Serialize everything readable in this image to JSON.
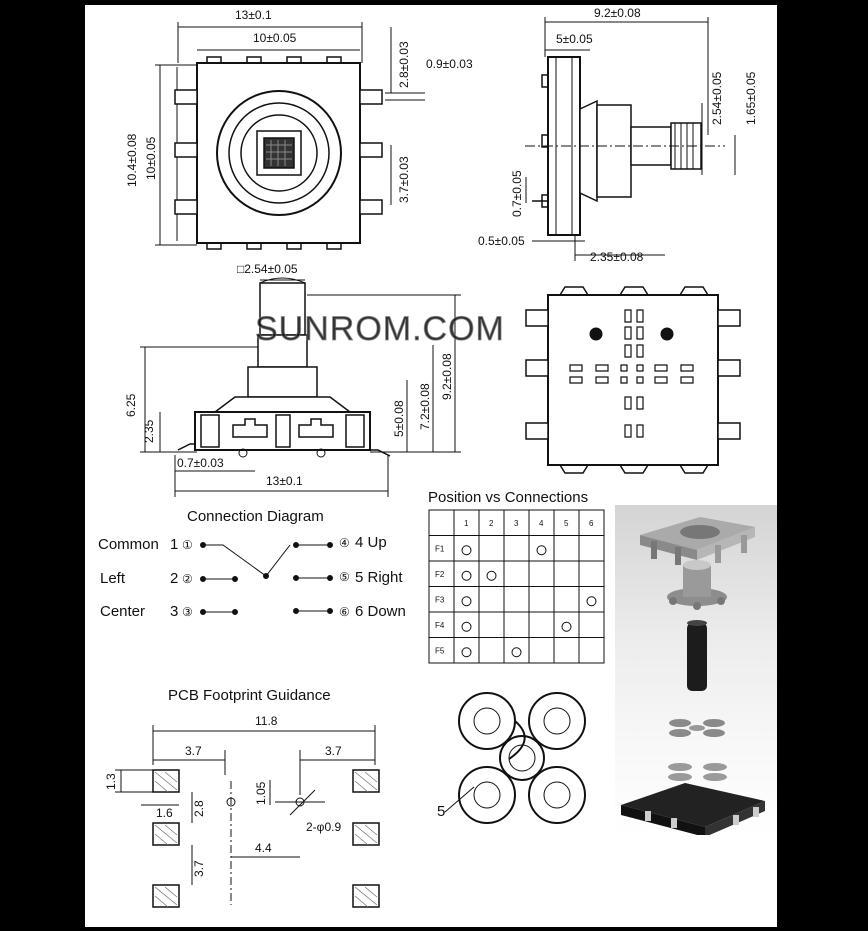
{
  "watermark": "SUNROM.COM",
  "top_view": {
    "overall_width": "13±0.1",
    "inner_width": "10±0.05",
    "overall_height": "10.4±0.08",
    "inner_height": "10±0.05",
    "pin_offset": "2.8±0.03",
    "pin_width": "0.9±0.03",
    "pin_pitch": "3.7±0.03"
  },
  "side_view": {
    "total_length": "9.2±0.08",
    "body_length": "5±0.05",
    "shaft_height": "2.54±0.05",
    "shaft_offset": "1.65±0.05",
    "lead_height": "0.7±0.05",
    "lead_thickness": "0.5±0.05",
    "base_to_shaft": "2.35±0.08"
  },
  "front_view": {
    "shaft_square": "□2.54±0.05",
    "height_a": "6.25",
    "height_b": "2.35",
    "pin_width": "0.7±0.03",
    "width": "13±0.1",
    "h1": "5±0.08",
    "h2": "7.2±0.08",
    "h3": "9.2±0.08"
  },
  "connection_diagram": {
    "title": "Connection Diagram",
    "left_labels": [
      "Common",
      "Left",
      "Center"
    ],
    "left_numbers": [
      "1",
      "2",
      "3"
    ],
    "left_circled": [
      "①",
      "②",
      "③"
    ],
    "right_circled": [
      "④",
      "⑤",
      "⑥"
    ],
    "right_labels": [
      "4 Up",
      "5 Right",
      "6 Down"
    ]
  },
  "position_table": {
    "title": "Position vs Connections",
    "columns": [
      "1",
      "2",
      "3",
      "4",
      "5",
      "6"
    ],
    "rows": [
      {
        "label": "F1",
        "marks": [
          1,
          4
        ]
      },
      {
        "label": "F2",
        "marks": [
          1,
          2
        ]
      },
      {
        "label": "F3",
        "marks": [
          1,
          6
        ]
      },
      {
        "label": "F4",
        "marks": [
          1,
          5
        ]
      },
      {
        "label": "F5",
        "marks": [
          1,
          3
        ]
      }
    ]
  },
  "pcb_footprint": {
    "title": "PCB Footprint Guidance",
    "overall": "11.8",
    "left_offset": "3.7",
    "right_offset": "3.7",
    "pad_height": "1.3",
    "pad_width": "1.6",
    "pad_spacing": "2.8",
    "pad_pitch": "3.7",
    "hole_spacing": "1.05",
    "hole_label": "2-φ0.9",
    "center_offset": "4.4"
  },
  "contact_spring": {
    "label": "5"
  }
}
